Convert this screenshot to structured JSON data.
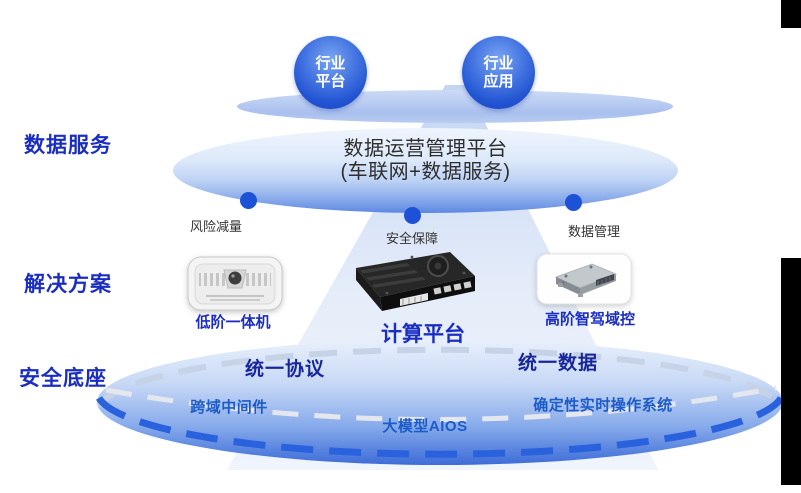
{
  "colors": {
    "label_blue": "#1b2ec2",
    "navy_text": "#17279b",
    "sub_blue": "#1d5bc8",
    "dot_blue": "#1e52d6",
    "dark_text": "#2e2e2e"
  },
  "sidebar": {
    "labels": [
      {
        "label": "数据服务"
      },
      {
        "label": "解决方案"
      },
      {
        "label": "安全底座"
      }
    ]
  },
  "top_circles": [
    {
      "line1": "行业",
      "line2": "平台"
    },
    {
      "line1": "行业",
      "line2": "应用"
    }
  ],
  "platform": {
    "title_line1": "数据运营管理平台",
    "title_line2": "(车联网+数据服务)"
  },
  "service_dots": [
    {
      "label": "风险减量"
    },
    {
      "label": "安全保障"
    },
    {
      "label": "数据管理"
    }
  ],
  "solutions": {
    "devices": [
      {
        "label": "低阶一体机",
        "icon": "aio-camera-device"
      },
      {
        "label": "计算平台",
        "icon": "computing-box-device"
      },
      {
        "label": "高阶智驾域控",
        "icon": "domain-controller-device"
      }
    ]
  },
  "foundation": {
    "primary": [
      {
        "label": "统一协议"
      },
      {
        "label": "统一数据"
      }
    ],
    "secondary": [
      {
        "label": "跨域中间件"
      },
      {
        "label": "大模型AIOS"
      },
      {
        "label": "确定性实时操作系统"
      }
    ]
  }
}
